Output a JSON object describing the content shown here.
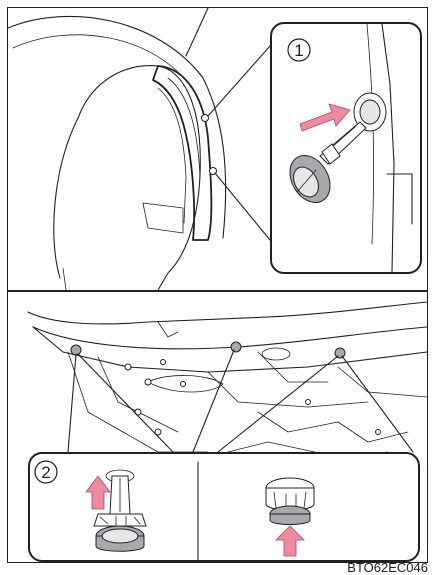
{
  "figure": {
    "code": "BTO62EC046",
    "steps": [
      "1",
      "2"
    ]
  },
  "colors": {
    "line": "#231f20",
    "arrow": "#ec8aa0",
    "part_fill": "#a7a9ac"
  }
}
